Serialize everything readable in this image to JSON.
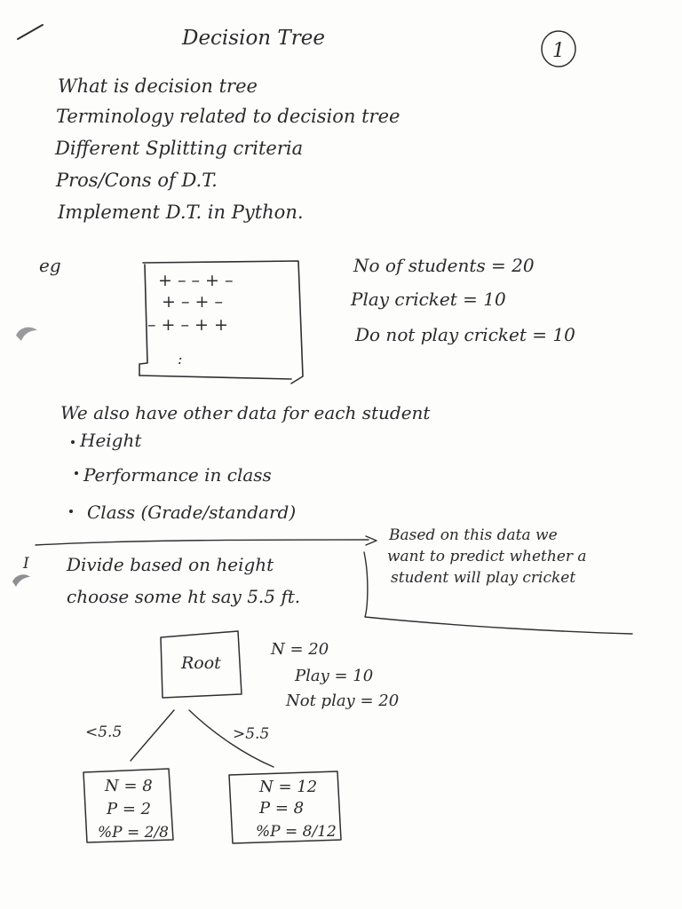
{
  "page": {
    "title": "Decision Tree",
    "page_number": "1",
    "agenda": [
      "What is decision tree",
      "Terminology related to decision tree",
      "Different Splitting criteria",
      "Pros/Cons of D.T.",
      "Implement D.T. in Python."
    ]
  },
  "example": {
    "label": "eg",
    "grid_rows": [
      "+   –   – +  –",
      "+       –  +  –",
      "– +   –  + +"
    ],
    "grid_extra": ":",
    "facts": [
      "No of students = 20",
      "Play cricket = 10",
      "Do not play cricket = 10"
    ],
    "other_data_heading": "We also have other data for each student",
    "bullets": [
      "Height",
      "Performance in class",
      "Class (Grade/standard)"
    ],
    "aim_note": [
      "Based on this data we",
      "want to predict whether a",
      "student will play cricket"
    ]
  },
  "split": {
    "margin_mark": "I",
    "lines": [
      "Divide based on height",
      "choose some ht say 5.5 ft."
    ]
  },
  "tree": {
    "root_label": "Root",
    "root_stats": [
      "N = 20",
      "Play = 10",
      "Not play = 20"
    ],
    "left_branch": "<5.5",
    "right_branch": ">5.5",
    "left_leaf": [
      "N = 8",
      "P = 2",
      "%P = 2/8"
    ],
    "right_leaf": [
      "N = 12",
      "P = 8",
      "%P = 8/12"
    ]
  }
}
